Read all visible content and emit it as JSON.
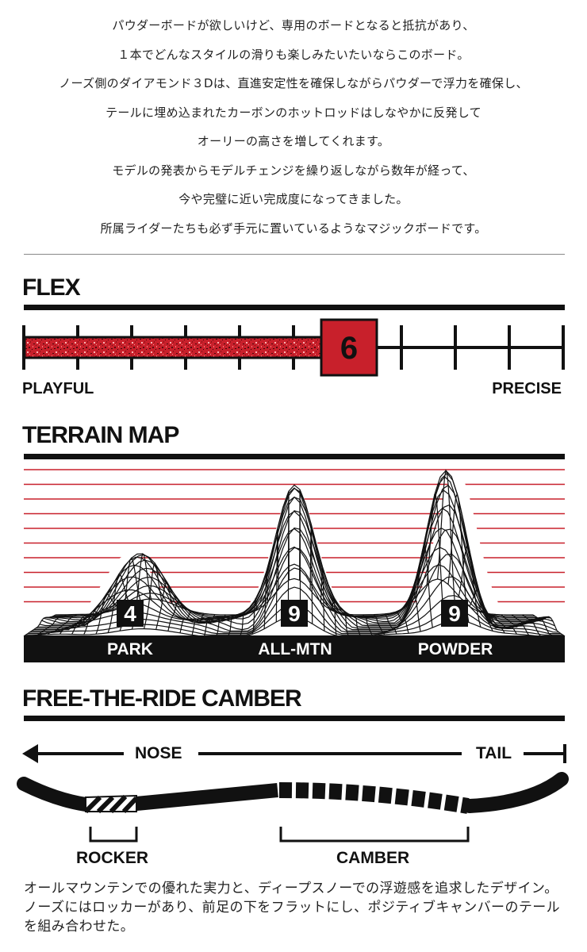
{
  "intro_lines": [
    "パウダーボードが欲しいけど、専用のボードとなると抵抗があり、",
    "１本でどんなスタイルの滑りも楽しみたいたいならこのボード。",
    "ノーズ側のダイアモンド３Dは、直進安定性を確保しながらパウダーで浮力を確保し、",
    "テールに埋め込まれたカーボンのホットロッドはしなやかに反発して",
    "オーリーの高さを増してくれます。",
    "モデルの発表からモデルチェンジを繰り返しながら数年が経って、",
    "今や完璧に近い完成度になってきました。",
    "所属ライダーたちも必ず手元に置いているようなマジックボードです。"
  ],
  "flex": {
    "title": "FLEX",
    "value": 6,
    "value_label": "6",
    "scale_max": 10,
    "left_label": "PLAYFUL",
    "right_label": "PRECISE"
  },
  "terrain": {
    "title": "TERRAIN MAP",
    "items": [
      {
        "label": "PARK",
        "score": "4"
      },
      {
        "label": "ALL-MTN",
        "score": "9"
      },
      {
        "label": "POWDER",
        "score": "9"
      }
    ]
  },
  "camber": {
    "title": "FREE-THE-RIDE CAMBER",
    "nose_label": "NOSE",
    "tail_label": "TAIL",
    "rocker_label": "ROCKER",
    "camber_label": "CAMBER"
  },
  "description": "オールマウンテンでの優れた実力と、ディープスノーでの浮遊感を追求したデザイン。ノーズにはロッカーがあり、前足の下をフラットにし、ポジティブキャンバーのテールを組み合わせた。",
  "colors": {
    "accent": "#c8202b",
    "ink": "#111111"
  }
}
